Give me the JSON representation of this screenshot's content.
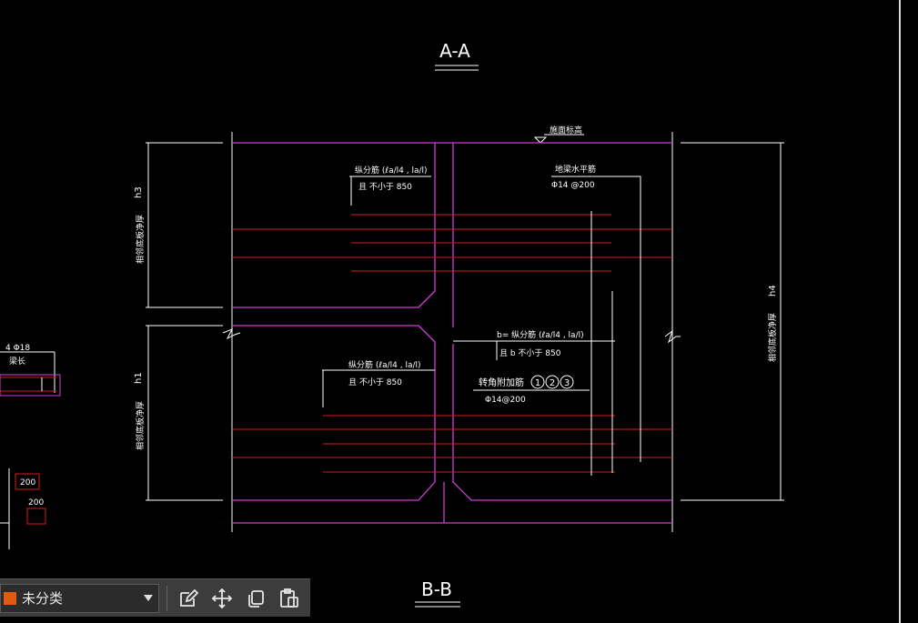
{
  "drawing": {
    "section_top": "A-A",
    "section_bottom": "B-B",
    "top_level_label": "施面标高",
    "left_upper_dim": "h3",
    "left_upper_note": "相邻底板净厚",
    "left_lower_dim": "h1",
    "left_lower_note": "相邻底板净厚",
    "right_dim": "h4",
    "right_note": "相邻底板净厚",
    "upper_rebar_title": "纵分筋 (ℓa/l4 , la/l)",
    "upper_rebar_sub": "且 不小于 850",
    "top_rebar_title": "地梁水平筋",
    "top_rebar_spec": "Φ14 @200",
    "mid_rebar_title": "b= 纵分筋 (ℓa/l4 , la/l)",
    "mid_rebar_sub": "且 b 不小于 850",
    "lower_rebar_title": "纵分筋 (ℓa/l4 , la/l)",
    "lower_rebar_sub": "且 不小于 850",
    "corner_rebar_title": "转角附加筋",
    "corner_circles": [
      "1",
      "2",
      "3"
    ],
    "corner_rebar_spec": "Φ14@200",
    "left_edge_rebar": "4 Φ18",
    "left_edge_note": "梁长",
    "dim_200_a": "200",
    "dim_200_b": "200"
  },
  "toolbar": {
    "layer_name": "未分类",
    "layer_color": "#e05a10",
    "tools": [
      "edit-icon",
      "move-icon",
      "copy-icon",
      "paste-icon"
    ]
  },
  "colors": {
    "background": "#000000",
    "magenta": "#d63bd6",
    "red": "#d81b1b",
    "white": "#ffffff"
  }
}
